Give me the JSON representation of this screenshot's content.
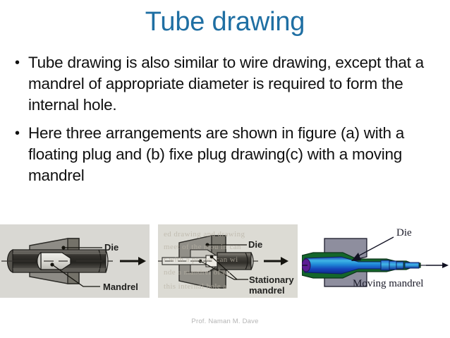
{
  "slide": {
    "title": "Tube drawing",
    "title_color": "#1F6FA3",
    "background_color": "#FFFFFF",
    "body_text_color": "#101010"
  },
  "bullets": [
    {
      "marker": "•",
      "text": "Tube drawing is also similar to wire drawing, except that a mandrel of appropriate diameter is required to form the internal hole."
    },
    {
      "marker": "•",
      "text": "Here three arrangements are shown in figure (a) with a floating plug and (b) fixe plug drawing(c) with a moving mandrel"
    }
  ],
  "figures": [
    {
      "id": "figure-a",
      "caption_labels": [
        "Die",
        "Mandrel"
      ],
      "style": "grayscale-scan",
      "background_color": "#D9D8D3"
    },
    {
      "id": "figure-b",
      "caption_labels": [
        "Die",
        "Stationary",
        "mandrel"
      ],
      "style": "grayscale-scan",
      "background_color": "#DCDBD4",
      "faint_background_text": [
        "ed drawing and drawing",
        "meet of the mou in can",
        "r with a proper can wi",
        "nde  a mandrel of ap",
        "this internal hole a"
      ]
    },
    {
      "id": "figure-c",
      "caption_labels": [
        "Die",
        "Moving   mandrel"
      ],
      "style": "color-vector",
      "colors": {
        "die": "#8E8E9E",
        "tube": "#14662B",
        "mandrel_light": "#3FBDE8",
        "mandrel_dark": "#1339A8",
        "mandrel_tip": "#5B1C93",
        "outline": "#101010"
      }
    }
  ],
  "footer": {
    "credit": "Prof. Naman M. Dave"
  }
}
